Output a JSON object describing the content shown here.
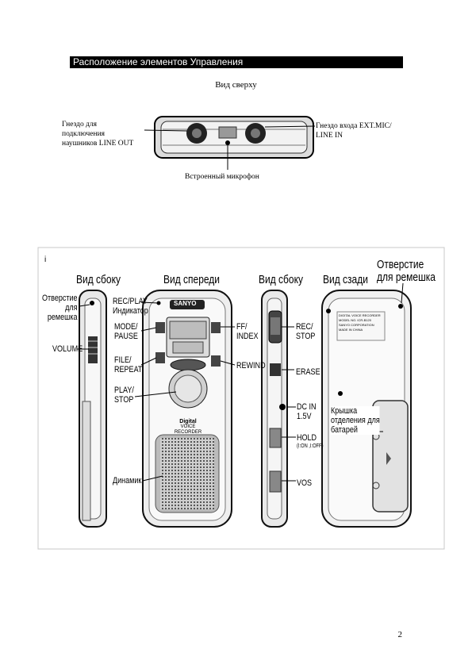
{
  "header": {
    "title": "Расположение элементов Управления"
  },
  "top_view": {
    "title": "Вид сверху",
    "left_label": [
      "Гнездо для",
      "подключения",
      "наушников LINE OUT"
    ],
    "right_label": [
      "Гнездо входа EXT.MIC/",
      "LINE IN"
    ],
    "bottom_label": "Встроенный микрофон"
  },
  "views": {
    "side_left": "Вид сбоку",
    "front": "Вид спереди",
    "side_right": "Вид сбоку",
    "back": "Вид сзади"
  },
  "labels": {
    "strap_hole_left": [
      "Отверстие",
      "для",
      "ремешка"
    ],
    "volume": "VOLUME",
    "rec_play": [
      "REC/PLAY",
      "Индикатор"
    ],
    "mode_pause": [
      "MODE/",
      "PAUSE"
    ],
    "file_repeat": [
      "FILE/",
      "REPEAT"
    ],
    "play_stop": [
      "PLAY/",
      "STOP"
    ],
    "speaker": "Динамик",
    "ff_index": [
      "FF/",
      "INDEX"
    ],
    "rewind": "REWIND",
    "rec_stop": [
      "REC/",
      "STOP"
    ],
    "erase": "ERASE",
    "dc_in": [
      "DC IN",
      "1.5V"
    ],
    "hold": [
      "HOLD",
      "(I:ON ,I:OFF)"
    ],
    "vos": "VOS",
    "strap_hole_right": [
      "Отверстие",
      "для ремешка"
    ],
    "battery_cover": [
      "Крышка",
      "отделения для",
      "батарей"
    ]
  },
  "device": {
    "brand": "SANYO",
    "front_text": [
      "Digital",
      "VOICE RECORDER"
    ],
    "back_text": [
      "DIGITAL VOICE RECORDER",
      "MODEL NO. ICR-B120",
      "SANYO CORPORATION",
      "MADE IN CHINA"
    ]
  },
  "page_number": "2",
  "corner_mark": "i"
}
